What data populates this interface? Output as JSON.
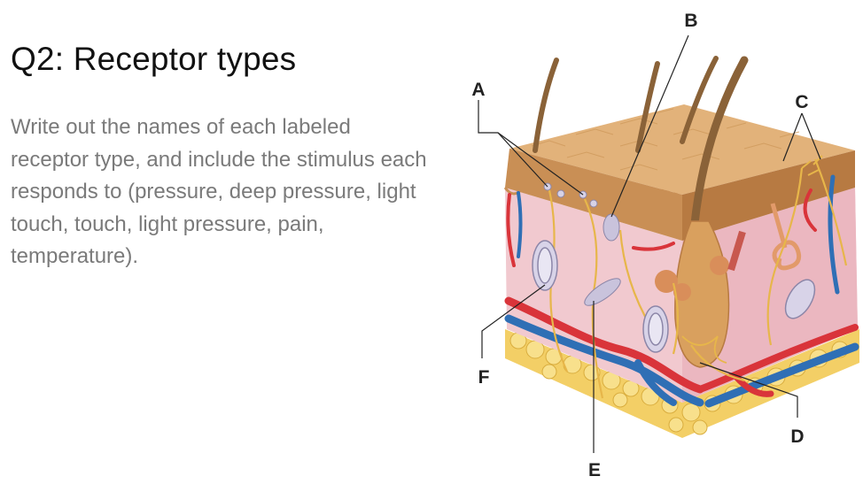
{
  "slide": {
    "title": "Q2: Receptor types",
    "body": "Write out the names of each labeled receptor type, and include the stimulus each responds to (pressure, deep pressure, light touch, touch, light pressure, pain, temperature)."
  },
  "diagram": {
    "labels": {
      "a": "A",
      "b": "B",
      "c": "C",
      "d": "D",
      "e": "E",
      "f": "F"
    }
  },
  "colors": {
    "epidermis_top": "#e2b27a",
    "epidermis_front": "#c98f55",
    "dermis": "#f1c9cf",
    "hypodermis_fat": "#f5d575",
    "artery": "#d9343a",
    "vein": "#2f6fb5",
    "nerve": "#e7b64a",
    "hair": "#8a6238"
  }
}
